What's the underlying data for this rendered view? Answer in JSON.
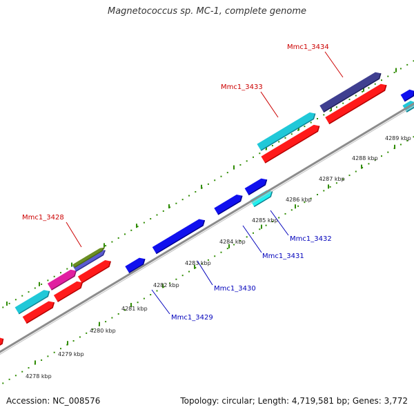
{
  "title": "Magnetococcus sp. MC-1, complete genome",
  "footer": {
    "accession": "Accession: NC_008576",
    "topology": "Topology: circular; Length: 4,719,581 bp; Genes: 3,772"
  },
  "colors": {
    "backbone": "#8c8c8c",
    "tick": "#2e8b00",
    "forward_label": "#cc0000",
    "reverse_label": "#0000bb"
  },
  "scale": [
    {
      "label": "4278 kbp"
    },
    {
      "label": "4279 kbp"
    },
    {
      "label": "4280 kbp"
    },
    {
      "label": "4281 kbp"
    },
    {
      "label": "4282 kbp"
    },
    {
      "label": "4283 kbp"
    },
    {
      "label": "4284 kbp"
    },
    {
      "label": "4285 kbp"
    },
    {
      "label": "4286 kbp"
    },
    {
      "label": "4287 kbp"
    },
    {
      "label": "4288 kbp"
    },
    {
      "label": "4289 kbp"
    }
  ],
  "gene_labels": [
    {
      "text": "Mmc1_3434",
      "strand": "forward"
    },
    {
      "text": "Mmc1_3433",
      "strand": "forward"
    },
    {
      "text": "Mmc1_3428",
      "strand": "forward"
    },
    {
      "text": "Mmc1_3432",
      "strand": "reverse"
    },
    {
      "text": "Mmc1_3431",
      "strand": "reverse"
    },
    {
      "text": "Mmc1_3430",
      "strand": "reverse"
    },
    {
      "text": "Mmc1_3429",
      "strand": "reverse"
    }
  ]
}
